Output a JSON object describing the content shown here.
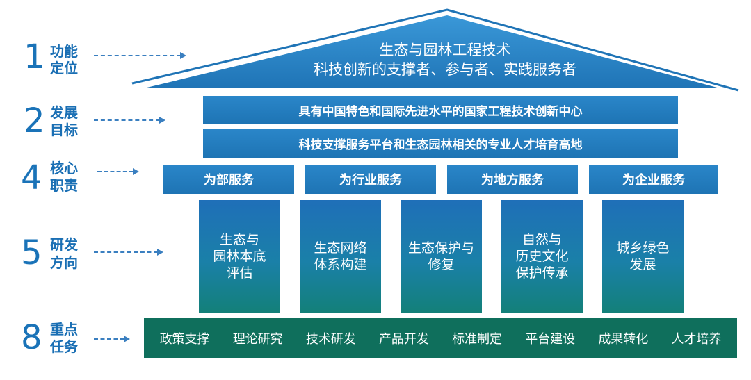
{
  "rows": {
    "r1": {
      "num": "1",
      "label1": "功能",
      "label2": "定位"
    },
    "r2": {
      "num": "2",
      "label1": "发展",
      "label2": "目标"
    },
    "r4": {
      "num": "4",
      "label1": "核心",
      "label2": "职责"
    },
    "r5": {
      "num": "5",
      "label1": "研发",
      "label2": "方向"
    },
    "r8": {
      "num": "8",
      "label1": "重点",
      "label2": "任务"
    }
  },
  "roof": {
    "line1": "生态与园林工程技术",
    "line2": "科技创新的支撑者、参与者、实践服务者"
  },
  "goals": [
    "具有中国特色和国际先进水平的国家工程技术创新中心",
    "科技支撑服务平台和生态园林相关的专业人才培育高地"
  ],
  "duties": [
    "为部服务",
    "为行业服务",
    "为地方服务",
    "为企业服务"
  ],
  "directions": [
    "生态与\n园林本底\n评估",
    "生态网络\n体系构建",
    "生态保护与\n修复",
    "自然与\n历史文化\n保护传承",
    "城乡绿色\n发展"
  ],
  "tasks": [
    "政策支撑",
    "理论研究",
    "技术研发",
    "产品开发",
    "标准制定",
    "平台建设",
    "成果转化",
    "人才培养"
  ],
  "colors": {
    "blue": "#1a73b8",
    "bar": "#2a86c9",
    "task_green": "#0f6f5c"
  }
}
